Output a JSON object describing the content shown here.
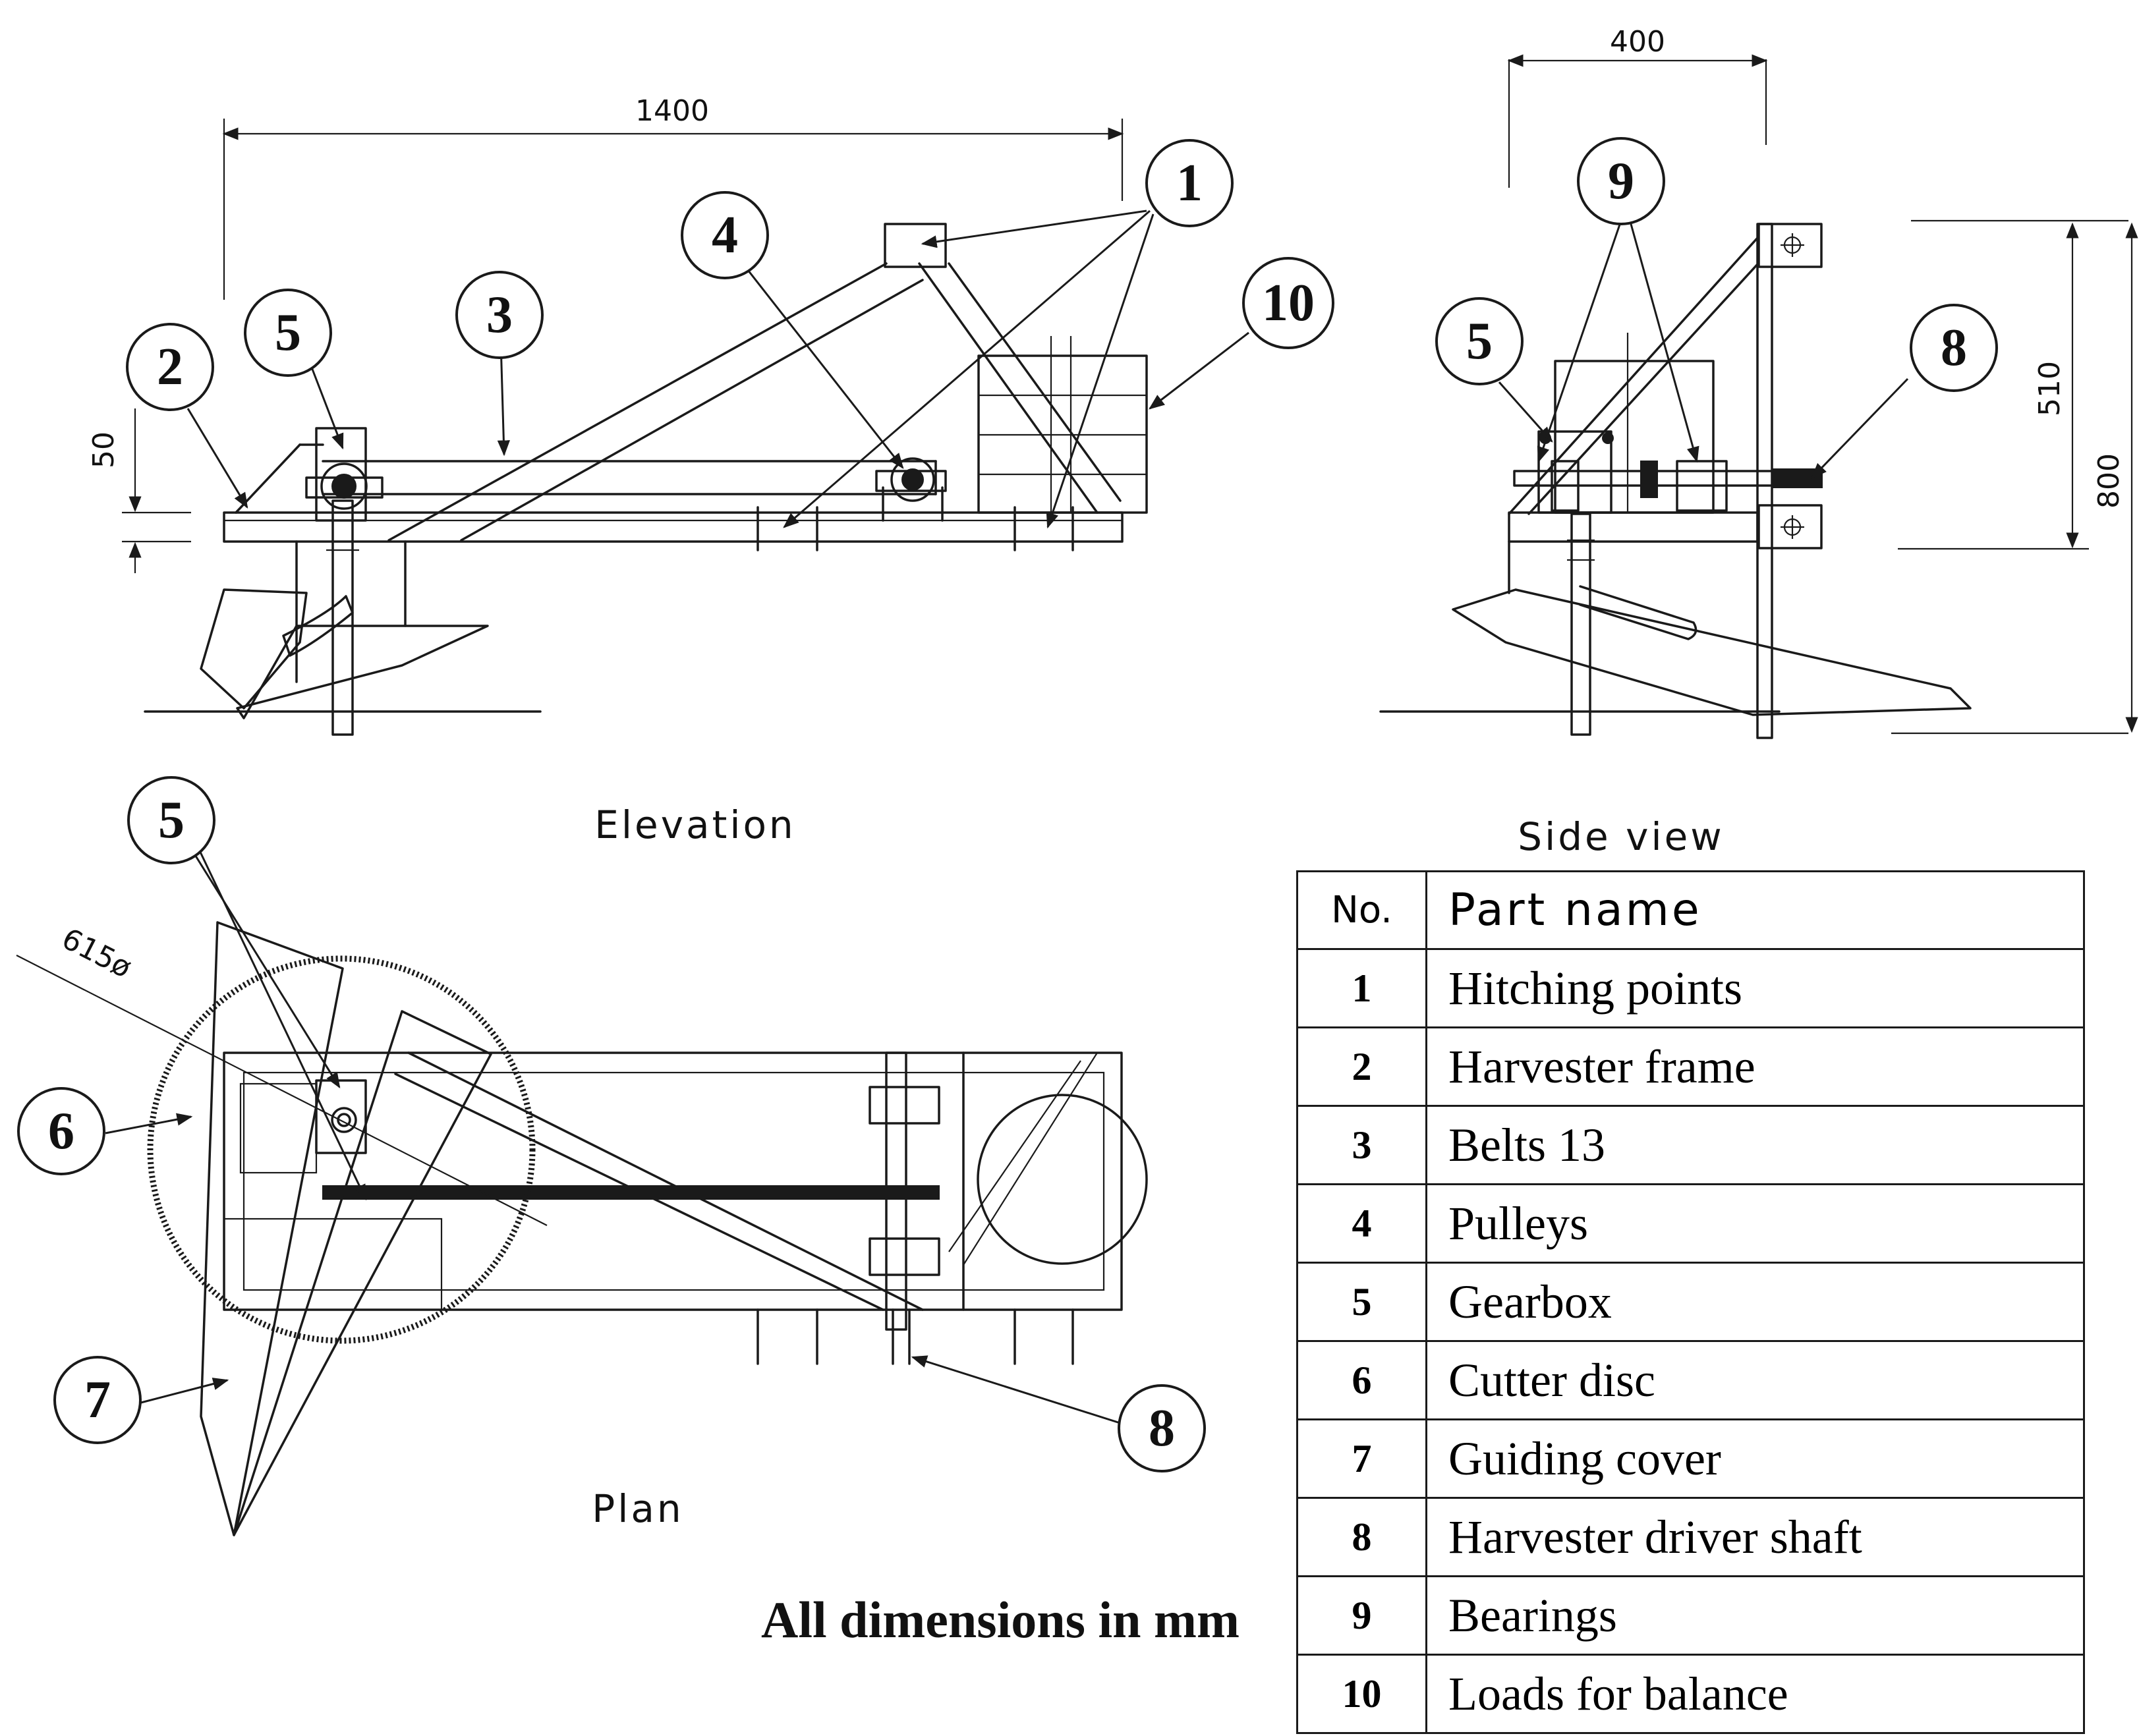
{
  "views": {
    "elevation": "Elevation",
    "side": "Side view",
    "plan": "Plan"
  },
  "dimensions": {
    "d1400": "1400",
    "d400": "400",
    "d50": "50",
    "d510": "510",
    "d800": "800",
    "d615": "615ø"
  },
  "note": "All dimensions in mm",
  "balloons": {
    "b1": "1",
    "b2": "2",
    "b3": "3",
    "b4": "4",
    "b5": "5",
    "b6": "6",
    "b7": "7",
    "b8": "8",
    "b9": "9",
    "b10": "10"
  },
  "table": {
    "header_no": "No.",
    "header_name": "Part name",
    "rows": [
      {
        "no": "1",
        "name": "Hitching points"
      },
      {
        "no": "2",
        "name": "Harvester frame"
      },
      {
        "no": "3",
        "name": "Belts 13"
      },
      {
        "no": "4",
        "name": "Pulleys"
      },
      {
        "no": "5",
        "name": "Gearbox"
      },
      {
        "no": "6",
        "name": "Cutter disc"
      },
      {
        "no": "7",
        "name": "Guiding cover"
      },
      {
        "no": "8",
        "name": "Harvester driver shaft"
      },
      {
        "no": "9",
        "name": "Bearings"
      },
      {
        "no": "10",
        "name": "Loads for balance"
      }
    ]
  }
}
